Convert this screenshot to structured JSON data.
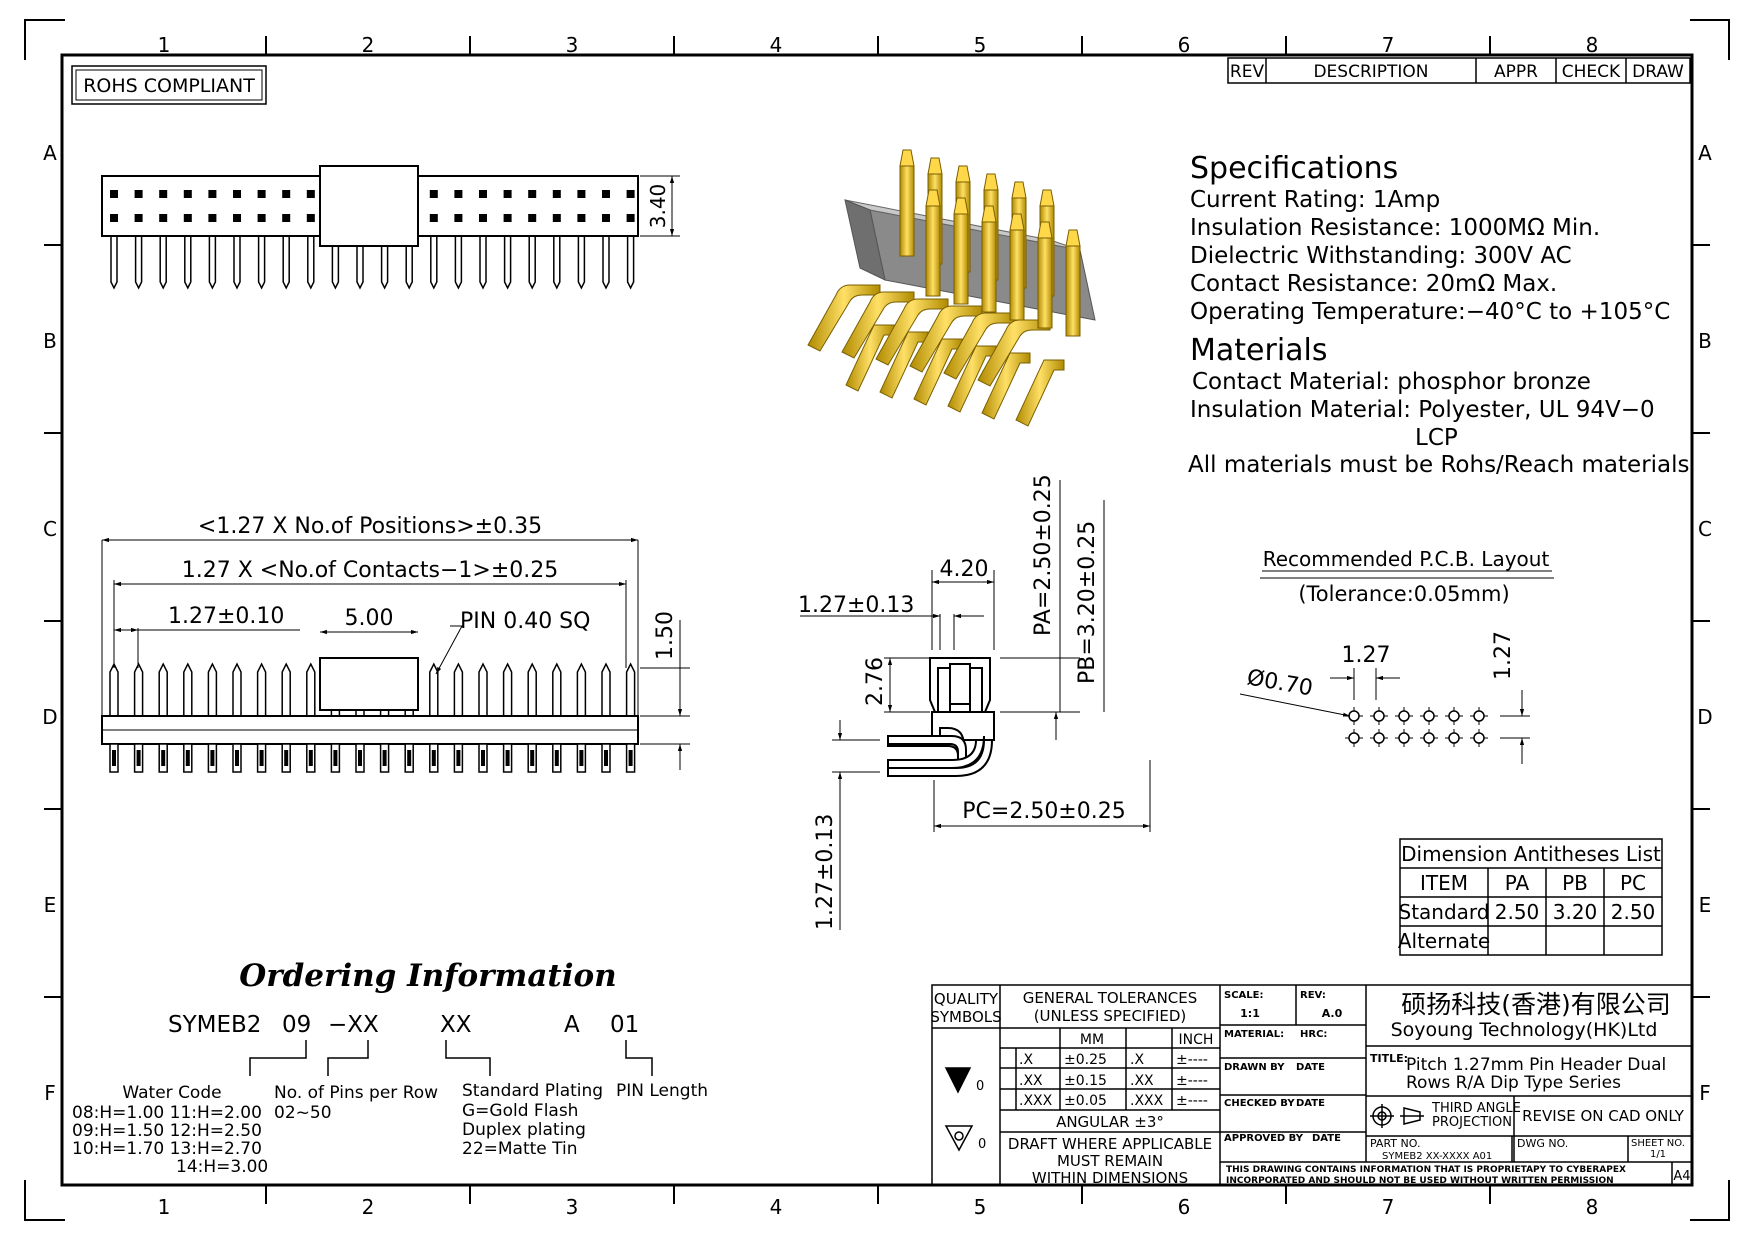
{
  "grid": {
    "columns": [
      "1",
      "2",
      "3",
      "4",
      "5",
      "6",
      "7",
      "8"
    ],
    "rows": [
      "A",
      "B",
      "C",
      "D",
      "E",
      "F"
    ]
  },
  "rohs": "ROHS COMPLIANT",
  "revision_table": {
    "rev": "REV",
    "description": "DESCRIPTION",
    "appr": "APPR",
    "check": "CHECK",
    "draw": "DRAW"
  },
  "specifications": {
    "title": "Specifications",
    "lines": [
      "Current  Rating:    1Amp",
      "Insulation  Resistance:    1000MΩ  Min.",
      "Dielectric  Withstanding:    300V  AC",
      "Contact  Resistance:    20mΩ  Max.",
      "Operating  Temperature:−40°C  to  +105°C"
    ]
  },
  "materials": {
    "title": "Materials",
    "lines": [
      "Contact  Material:  phosphor  bronze",
      "Insulation  Material:  Polyester,  UL  94V−0",
      "LCP",
      "All  materials  must  be  Rohs/Reach  materials"
    ]
  },
  "top_view": {
    "height_dim": "3.40"
  },
  "front_view": {
    "dim_positions": "<1.27  X  No.of  Positions>±0.35",
    "dim_contacts": "1.27  X  <No.of  Contacts−1>±0.25",
    "dim_pitch": "1.27±0.10",
    "dim_housing": "5.00",
    "pin_note": "PIN  0.40  SQ",
    "dim_height": "1.50"
  },
  "side_view": {
    "dim_pitch": "1.27±0.13",
    "dim_width": "4.20",
    "dim_pa": "PA=2.50±0.25",
    "dim_pb": "PB=3.20±0.25",
    "dim_body": "2.76",
    "dim_pc": "PC=2.50±0.25",
    "dim_row": "1.27±0.13"
  },
  "pcb_layout": {
    "title": "Recommended  P.C.B.  Layout",
    "tolerance": "(Tolerance:0.05mm)",
    "dim_pitch_x": "1.27",
    "dim_pitch_y": "1.27",
    "dim_hole": "Ø0.70"
  },
  "antitheses": {
    "title": "Dimension  Antitheses  List",
    "headers": [
      "ITEM",
      "PA",
      "PB",
      "PC"
    ],
    "rows": [
      [
        "Standard",
        "2.50",
        "3.20",
        "2.50"
      ],
      [
        "Alternate",
        "",
        "",
        ""
      ]
    ]
  },
  "ordering": {
    "title": "Ordering Information",
    "parts": [
      "SYMEB2",
      "09",
      "−XX",
      "XX",
      "A",
      "01"
    ],
    "water_code_title": "Water  Code",
    "water_codes": [
      "08:H=1.00  11:H=2.00",
      "09:H=1.50  12:H=2.50",
      "10:H=1.70  13:H=2.70",
      "14:H=3.00"
    ],
    "pins_title": "No.  of  Pins  per  Row",
    "pins_range": "02~50",
    "plating_title": "Standard  Plating",
    "plating_options": [
      "G=Gold  Flash",
      "Duplex  plating",
      "22=Matte  Tin"
    ],
    "length_title": "PIN  Length"
  },
  "title_block": {
    "quality": "QUALITY",
    "symbols": "SYMBOLS",
    "general_tol": "GENERAL  TOLERANCES",
    "unless": "(UNLESS  SPECIFIED)",
    "mm": "MM",
    "inch": "INCH",
    "tol_rows": [
      [
        ".X",
        "±0.25",
        ".X",
        "±----"
      ],
      [
        ".XX",
        "±0.15",
        ".XX",
        "±----"
      ],
      [
        ".XXX",
        "±0.05",
        ".XXX",
        "±----"
      ]
    ],
    "angular": "ANGULAR  ±3°",
    "draft_1": "DRAFT  WHERE  APPLICABLE",
    "draft_2": "MUST  REMAIN",
    "draft_3": "WITHIN  DIMENSIONS",
    "sym0": "0",
    "scale_label": "SCALE:",
    "scale_value": "1:1",
    "rev_label": "REV:",
    "rev_value": "A.0",
    "material_label": "MATERIAL:",
    "hrc_label": "HRC:",
    "drawn_by": "DRAWN  BY",
    "checked_by": "CHECKED  BY",
    "approved_by": "APPROVED  BY",
    "date": "DATE",
    "company_cn": "硕扬科技(香港)有限公司",
    "company_en": "Soyoung  Technology(HK)Ltd",
    "title_label": "TITLE:",
    "title_1": "Pitch  1.27mm  Pin  Header  Dual",
    "title_2": "Rows  R/A  Dip  Type  Series",
    "projection_1": "THIRD  ANGLE",
    "projection_2": "PROJECTION",
    "revise": "REVISE  ON  CAD  ONLY",
    "part_no_label": "PART  NO.",
    "part_no": "SYMEB2  XX-XXXX  A01",
    "dwg_no": "DWG  NO.",
    "sheet_label": "SHEET  NO.",
    "sheet": "1/1",
    "notice_1": "THIS  DRAWING  CONTAINS  INFORMATION  THAT  IS  PROPRIETAPY  TO  CYBERAPEX",
    "notice_2": "INCORPORATED  AND  SHOULD  NOT  BE  USED  WITHOUT  WRITTEN  PERMISSION",
    "size": "A4"
  }
}
